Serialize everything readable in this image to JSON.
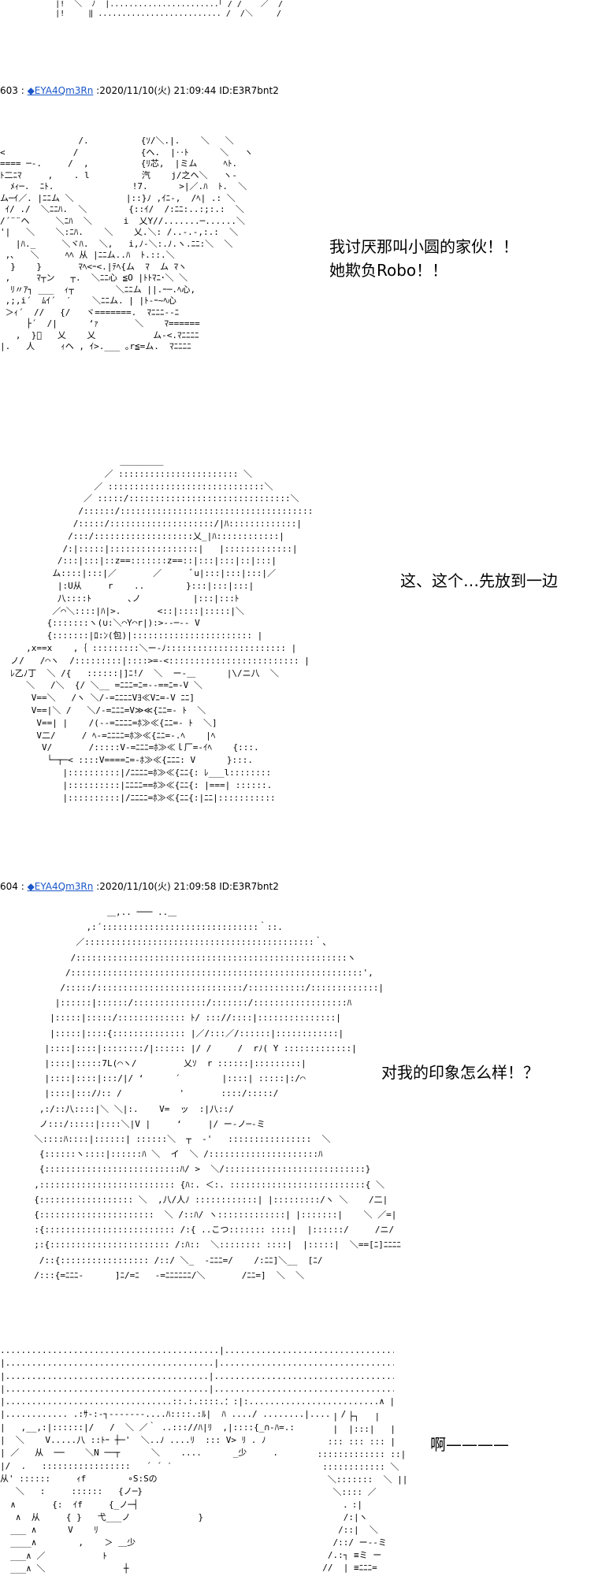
{
  "posts": [
    {
      "number": "603",
      "separator": " : ",
      "name": "◆EYA4Qm3Rn",
      "meta": " :2020/11/10(火) 21:09:44 ID:E3R7bnt2"
    },
    {
      "number": "604",
      "separator": " : ",
      "name": "◆EYA4Qm3Rn",
      "meta": " :2020/11/10(火) 21:09:58 ID:E3R7bnt2"
    }
  ],
  "dialogs": {
    "line1": "我讨厌那叫小圆的家伙！！",
    "line2": "她欺负Robo！！",
    "line3": "这、这个…先放到一边",
    "line4": "对我的印象怎么样！？",
    "line5": "啊————"
  },
  "ascii_art": {
    "top_fragment": "     |!  ＼  ﾉ  |.......................｢ / /    ／  /\n     |!     ‖ .......................... /  /＼     /",
    "panel1": "               /.          {ｿ/＼.|.    ＼   ＼\n<             /            {ヘ.  |‥ﾄ      ＼   ヽ\n==== ─-.     /  ,          {ﾘ芯,  |ミム     ﾍﾄ.\nﾄ二ﾆﾏ     ,    . l          汽    j/之ヘ＼   ヽ-\n  ﾒｨ─.  ﾆﾄ.               !7.      >|／.ﾊ  ﾄ.  ＼\nム─ｲ／. |ﾆﾆム ＼          |::}ﾉ ,ｲﾆ-,  /ﾍ| .: ＼\n ｲ/ ./  ＼ﾆﾆﾊ.  ＼        {::ｲ/  /:ﾆﾆ:..:;:.:  ＼\n/´¨¨ヘ     ＼ﾆﾊ  ＼      i  乂Y//.......─......＼\n'|   ＼    ＼:ﾆﾊ.    ＼    乂.＼: /..-.-,:.:  ＼\n   |ﾊ._     ＼ヾﾊ.  ＼,   i,ﾉ-＼:.ﾉ.ヽ.ﾆﾆ:＼  ＼\n ,､   ＼     ﾍﾍ 从 |ﾆﾆム..ﾊ  ﾄ.::.＼\n  }    }       ﾏﾍ<ｰ<.|ﾃﾍ{ム  ﾏ  ム ﾏヽ\n ,     ﾏ┬ン   ┬.  ＼ﾆﾆ心 ≦O |ﾄﾄﾏﾆ･＼ ＼\n  ﾘ〃ｱ┐ ___  ｨ┬        ＼ﾆﾆム ||.ｰ─.ﾍ心,\n ,;,i´  ﾑｲ´  ′    ＼ﾆﾆム. | |ﾄ-ｰ~ﾍ心\n ＞ｨ´  //   {/   ヾ=======.  ﾏﾆﾆﾆ--ﾆ\n     ├´  /|      ‘ｧ       ＼    ﾏ======\n   ,  }ﾞ   乂    乂           ム-<.ﾏﾆﾆﾆﾆ\n|.   人     ｨヘ , ｲ>.___ ｡r≦=ム.  ﾏﾆﾆﾆﾆ",
    "panel2": "                       ＿＿＿＿＿\n                    ／ ::::::::::::::::::::::: ＼\n                  ／ ::::::::::::::::::::::::::::::＼\n                ／ :::::/:::::::::::::::::::::::::::::::＼\n               /::::::/:::::::::::::::::::::::::::::::::::::\n              /:::::/::::::::::::::::::::/|ﾊ:::::::::::::|\n             /:::/:::::::::::::::::::乂_|ﾊ::::::::::::|\n            /:|:::::|:::::::::::::::::|   |:::::::::::::|\n           /:::|:::|::z==:::::::z==::|:::|:::|::|:::|\n          ム::::|:::|／       ／      ﾞu|:::|:::|:::|／\n           |:U从     r    ..        }:::|:::|:::|\n           八::::ﾄ       ､ノ          |:::|:::ﾄ\n          ／⌒＼::::|ﾊ|>.       <::|::::|:::::|＼\n         {:::::::ヽ(∪:＼⌒Y⌒r|):>--─-- V\n         {:::::::|ﾛ:ﾝ(包)|::::::::::::::::::::::: |\n     ,x==x    ,｛ :::::::::＼ー-ﾉ::::::::::::::::::::::: |\n  ノ/   /⌒ヽ  /:::::::::|::::>=-<::::::::::::::::::::::::: |\n  ﾚ乙ﾉ丁  ＼ /{   ::::::|]ﾆ!/  ＼  ー-＿      |\\/ニ八  ＼\n     ＼   /＼  {/ ＼__ =ﾆﾆﾆ=ﾆ=--==ﾆ=-V ＼\n      V==＼   /ヽ ＼/-=ﾆﾆﾆﾆVﾖ≪Vﾆ=-V ﾆﾆ]\n      V==|＼ /   ＼/-=ﾆﾆﾆ=V≫≪{ﾆﾆ=- ﾄ  ＼\n       V==| |    /(--=ﾆﾆﾆﾆ=ﾎ≫≪{ﾆﾆ=- ﾄ  ＼]\n       V二/     / ﾍ-=ﾆﾆﾆﾆ=ﾎ≫≪{ﾆﾆ=-.ﾍ    |ﾍ\n        V/       /:::::V-=ﾆﾆﾆ=ﾎ≫≪ｌ厂=-ｲﾍ    {:::.\n         └─┬─< ::::V====ﾆ=-ﾎ≫≪{ﾆﾆﾆ: V      }:::.\n            |::::::::::|/ﾆﾆﾆﾆ=ﾎ≫≪{ﾆﾆ{: ﾚ___l::::::::\n            |::::::::::|ﾆﾆﾆﾆ==ﾎ≫≪{ﾆﾆ{: |===| ::::::.\n            |::::::::::|/ﾆﾆﾆﾆ=ﾎ≫≪{ﾆﾆ{:|ﾆﾆ|:::::::::::",
    "panel3": "                ＿,.. ─── ..＿\n            ,:´::::::::::::::::::::::::::::::｀::.\n          ／::::::::::::::::::::::::::::::::::::::::::::｀､\n         /::::::::::::::::::::::::::::::::::::::::::::::::::::ヽ\n        /::::::::::::::::::::::::::::::::::::::::::::::::::::::::',\n       /:::::/::::::::::::::::::::::::::::/:::::::::::/:::::::::::::|\n      |::::::|::::::/::::::::::::::/:::::::/::::::::::::::::::ﾊ\n     |:::::|:::::/::::::::::::: ﾄ/ ::://::::|:::::::::::::::|\n     |:::::|::::{:::::::::::::: |／/:::／/::::::|::::::::::::|\n    |::::|::::|::::::::/|:::::: |/ /     /  rﾉ( Y :::::::::::::|\n    |::::|:::::7L(⌒ヽ/         乂ｿ  r ::::::|:::::::::|\n    |::::|::::|:::/|/ ‘      ´        |::::| :::::|:/⌒\n    |::::|:::/ﾉ:: /           '       ::::/:::::/\n   ,:/::八::::|＼ ＼|:.    V=  ッ  :|八::/\n   ノ:::/:::::|::::＼|V |     ‘     |/ ー-ノ─-ミ\n  ＼::::ﾊ::::|::::::| ::::::＼  ┬  ‐'   ::::::::::::::::  ＼\n   {::::::ヽ::::|::::::ﾊ ＼  イ  ＼ /:::::::::::::::::::::ﾊ\n   {::::::::::::::::::::::::::ﾊ/ >  ＼/:::::::::::::::::::::::::::}\n  ,:::::::::::::::::::::::::: {ﾊ:. ＜:. ::::::::::::::::::::::::::{ ＼\n  {:::::::::::::::::: ＼  ,八/人ﾉ ::::::::::::| |:::::::::/ヽ ＼    /二|\n  {::::::::::::::::::::::  ＼ /::ﾊ/ ヽ:::::::::::::| |:::::::|    ＼ ／=|\n  :{::::::::::::::::::::::::: /:{ ..こつ::::::: ::::|  |::::::/     /ニ/\n  ;:{::::::::::::::::::::::: /:ﾊ::  ＼:::::::: ::::|  |:::::|  ＼==[ﾆ]ﾆﾆﾆﾆ\n   /::{::::::::::::::::: /::/ ＼_  -ﾆﾆﾆ=/    /:ﾆﾆ]＼__  [ﾆ/\n  /:::{=ﾆﾆﾆ-      ]ﾆ/=ﾆ   -=ﾆﾆﾆﾆﾆﾆ/＼       /ﾆﾆ=]  ＼  ＼",
    "panel4": "..........................................|..................................|  イ........../_从ﾉ イ.....|\n|........................................|..................................|  |:...............ﾃ有:.......|\n|.......................................|...................................|  |:...../ｲ示ハ......刃:.....|\n|.......................................|...................................|  | ...ﾊ..........ﾘ..... 从\n|................................::.:.::::.：:|:.........................∧ |  | ﾘ(_ﾉ/.........|.......ﾘ\n|............ .:ｻ-:-┐-------....ﾊ::::.:ﾙ|  ﾊ ..../ ........|....  /\n|   ,__,:|::::::|/   /  ＼ ／｀ ..::://ﾊ|ﾘ  ,|::::{_∩‐ﾊ=.:\n|  ＼    V.....八 ::ﾄｰ ┼─'  ＼..ﾉ ....ﾘ  ::: V> ﾘ . ﾉ\n| ／   从  ──    ＼N ──┬      ＼    ....      _少     .\n|/  .   :::::::::::::::::   ´ ´ ′\n从' ::::::     ｨf        ∘S:Sの\n   ＼   :     ::::::   {ノ─}\n  ∧       {:  ｲf     {_ノ─┤\n   ∧  从     { }   弋___ノ             }\n  ___ ∧      V    ﾘ\n  ____∧        ,    ＞ ＿少\n  ___∧ ／           ﾄ\n  ___∧ ＼               ┼",
    "panel4_right": "    |  ├┐   |\n    |  |:::|   |\n   ::: ::: ::: |\n ::::::::::::: ::|\n  :::::::::::: ＼\n   ＼:::::::  ＼ ||\n    ＼:::: ／\n      ．:|\n      /:|ヽ\n     /::|  ＼\n    /::/ ー--ミ\n   /.:┐ ≡ミ ー\n  //  | ≡ﾆﾆﾆ="
  }
}
